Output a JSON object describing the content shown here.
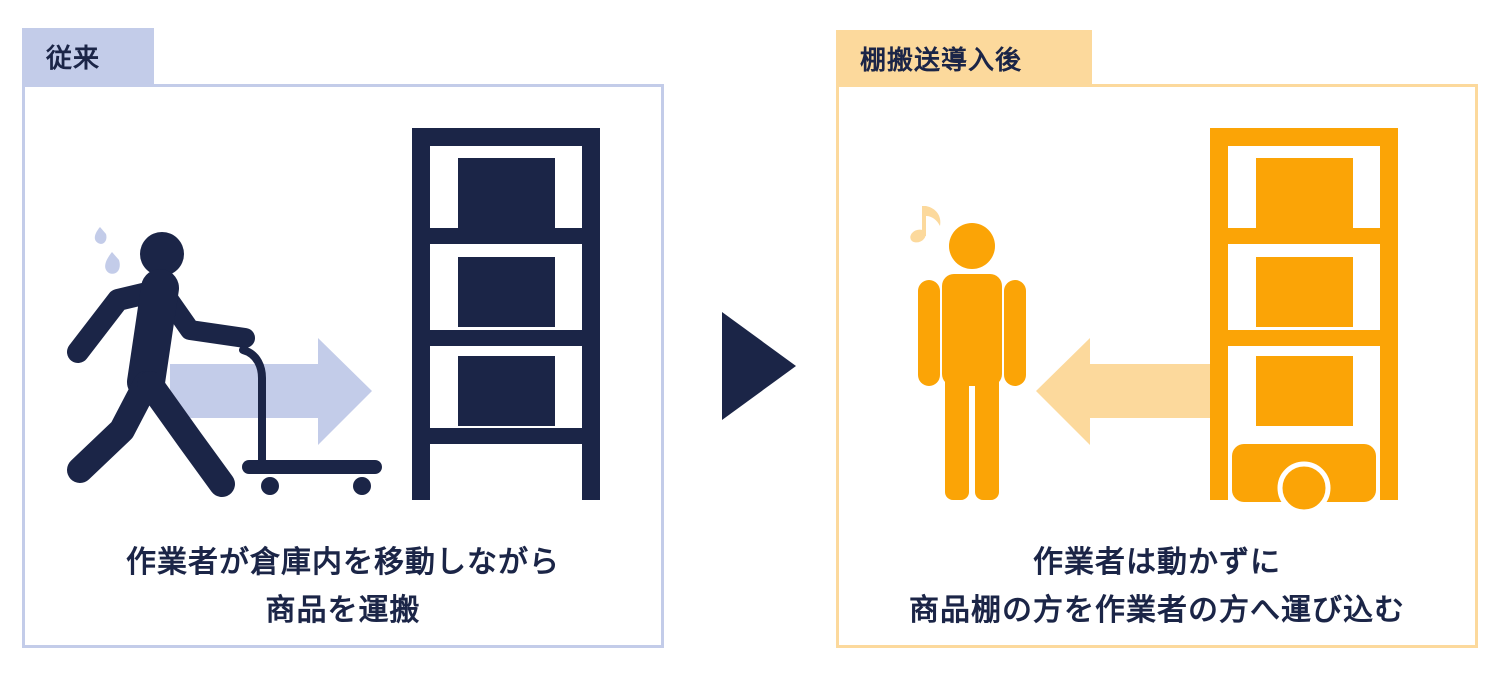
{
  "before": {
    "tab_label": "従来",
    "caption_line1": "作業者が倉庫内を移動しながら",
    "caption_line2": "商品を運搬",
    "colors": {
      "main": "#1b2547",
      "accent": "#c3cce9"
    },
    "icons": [
      "sweat-icon",
      "walking-person-icon",
      "hand-cart-icon",
      "right-arrow-icon",
      "shelf-icon"
    ]
  },
  "after": {
    "tab_label": "棚搬送導入後",
    "caption_line1": "作業者は動かずに",
    "caption_line2": "商品棚の方を作業者の方へ運び込む",
    "colors": {
      "main": "#fba406",
      "accent": "#fcd99c"
    },
    "icons": [
      "music-note-icon",
      "standing-person-icon",
      "left-arrow-icon",
      "shelf-icon",
      "transport-robot-icon"
    ]
  },
  "transition_icon": "play-triangle-icon"
}
